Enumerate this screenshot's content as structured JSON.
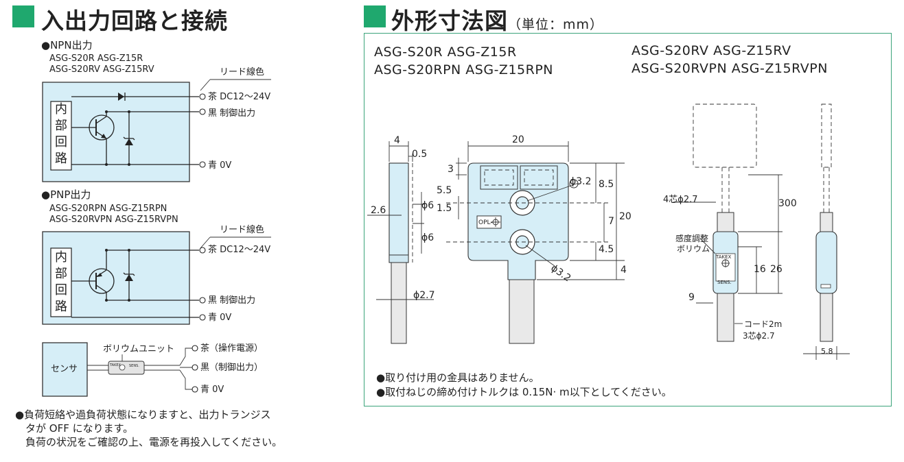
{
  "left": {
    "title": "入出力回路と接続",
    "npn": {
      "heading": "●NPN出力",
      "models_line1": "ASG-S20R   ASG-Z15R",
      "models_line2": "ASG-S20RV   ASG-Z15RV",
      "lead_label": "リード線色",
      "internal": [
        "内",
        "部",
        "回",
        "路"
      ],
      "wire1": "茶  DC12～24V",
      "wire2": "黒  制御出力",
      "wire3": "青  0V"
    },
    "pnp": {
      "heading": "●PNP出力",
      "models_line1": "ASG-S20RPN   ASG-Z15RPN",
      "models_line2": "ASG-S20RVPN   ASG-Z15RVPN",
      "lead_label": "リード線色",
      "internal": [
        "内",
        "部",
        "回",
        "路"
      ],
      "wire1": "茶  DC12～24V",
      "wire2": "黒  制御出力",
      "wire3": "青  0V"
    },
    "unit": {
      "sensor_label": "センサ",
      "volume_unit_label": "ボリウムユニット",
      "wire1": "茶（操作電源）",
      "wire2": "黒（制御出力）",
      "wire3": "青  0V",
      "chip_left": "TAKEX",
      "chip_right": "SENS."
    },
    "note_line1": "●負荷短絡や過負荷状態になりますと、出力トランジス",
    "note_line2": "　タが OFF になります。",
    "note_line3": "　負荷の状況をご確認の上、電源を再投入してください。"
  },
  "right": {
    "title": "外形寸法図",
    "unit_note": "（単位：mm）",
    "models_a_line1": "ASG-S20R   ASG-Z15R",
    "models_a_line2": "ASG-S20RPN   ASG-Z15RPN",
    "models_b_line1": "ASG-S20RV   ASG-Z15RV",
    "models_b_line2": "ASG-S20RVPN   ASG-Z15RVPN",
    "dims": {
      "d4_top": "4",
      "d0_5": "0.5",
      "d2_6": "2.6",
      "d20_top": "20",
      "d3": "3",
      "d5_5": "5.5",
      "d1_5": "1.5",
      "phi6_a": "ϕ6",
      "phi6_b": "ϕ6",
      "phi3_2_a": "ϕ3.2",
      "phi3_2_b": "ϕ3.2",
      "d8_5": "8.5",
      "d7": "7",
      "d20_side": "20",
      "d4_5": "4.5",
      "d4_side": "4",
      "phi2_7": "ϕ2.7",
      "opl": "OPL-",
      "four_core": "4芯ϕ2.7",
      "d300": "300",
      "adj_line1": "感度調整",
      "adj_line2": "ボリウム",
      "takex": "TAKEX",
      "sens": "SENS.",
      "d16": "16",
      "d26": "26",
      "d9": "9",
      "cord": "コード2m",
      "three_core": "3芯ϕ2.7",
      "d5_8": "5.8"
    },
    "note_line1": "●取り付け用の金具はありません。",
    "note_line2": "●取付ねじの締め付けトルクは 0.15N· m以下としてください。"
  }
}
